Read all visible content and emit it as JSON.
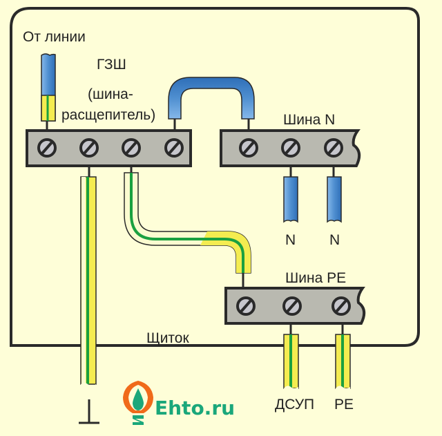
{
  "labels": {
    "from_line": "От линии",
    "gzsh": "ГЗШ",
    "splitter_line1": "(шина-",
    "splitter_line2": "расщепитель)",
    "bus_n": "Шина N",
    "n1": "N",
    "n2": "N",
    "bus_pe": "Шина PE",
    "panel": "Щиток",
    "dsup": "ДСУП",
    "pe": "PE"
  },
  "logo": {
    "text": "Ehto.ru",
    "color": "#1aa77a",
    "accent": "#f06a1a"
  },
  "colors": {
    "background": "#fefed8",
    "enclosure": "#2a2a2a",
    "bus_fill": "#b9b9b0",
    "screw_fill": "#c6c6cc",
    "neutral_wire": "#4f8fd0",
    "pe_yellow": "#f4ec50",
    "pe_green": "#1aa040",
    "pe_light": "#fbfbd0"
  },
  "buses": [
    {
      "name": "gzsh-bus",
      "screws": 4
    },
    {
      "name": "n-bus",
      "screws": 3
    },
    {
      "name": "pe-bus",
      "screws": 3
    }
  ]
}
